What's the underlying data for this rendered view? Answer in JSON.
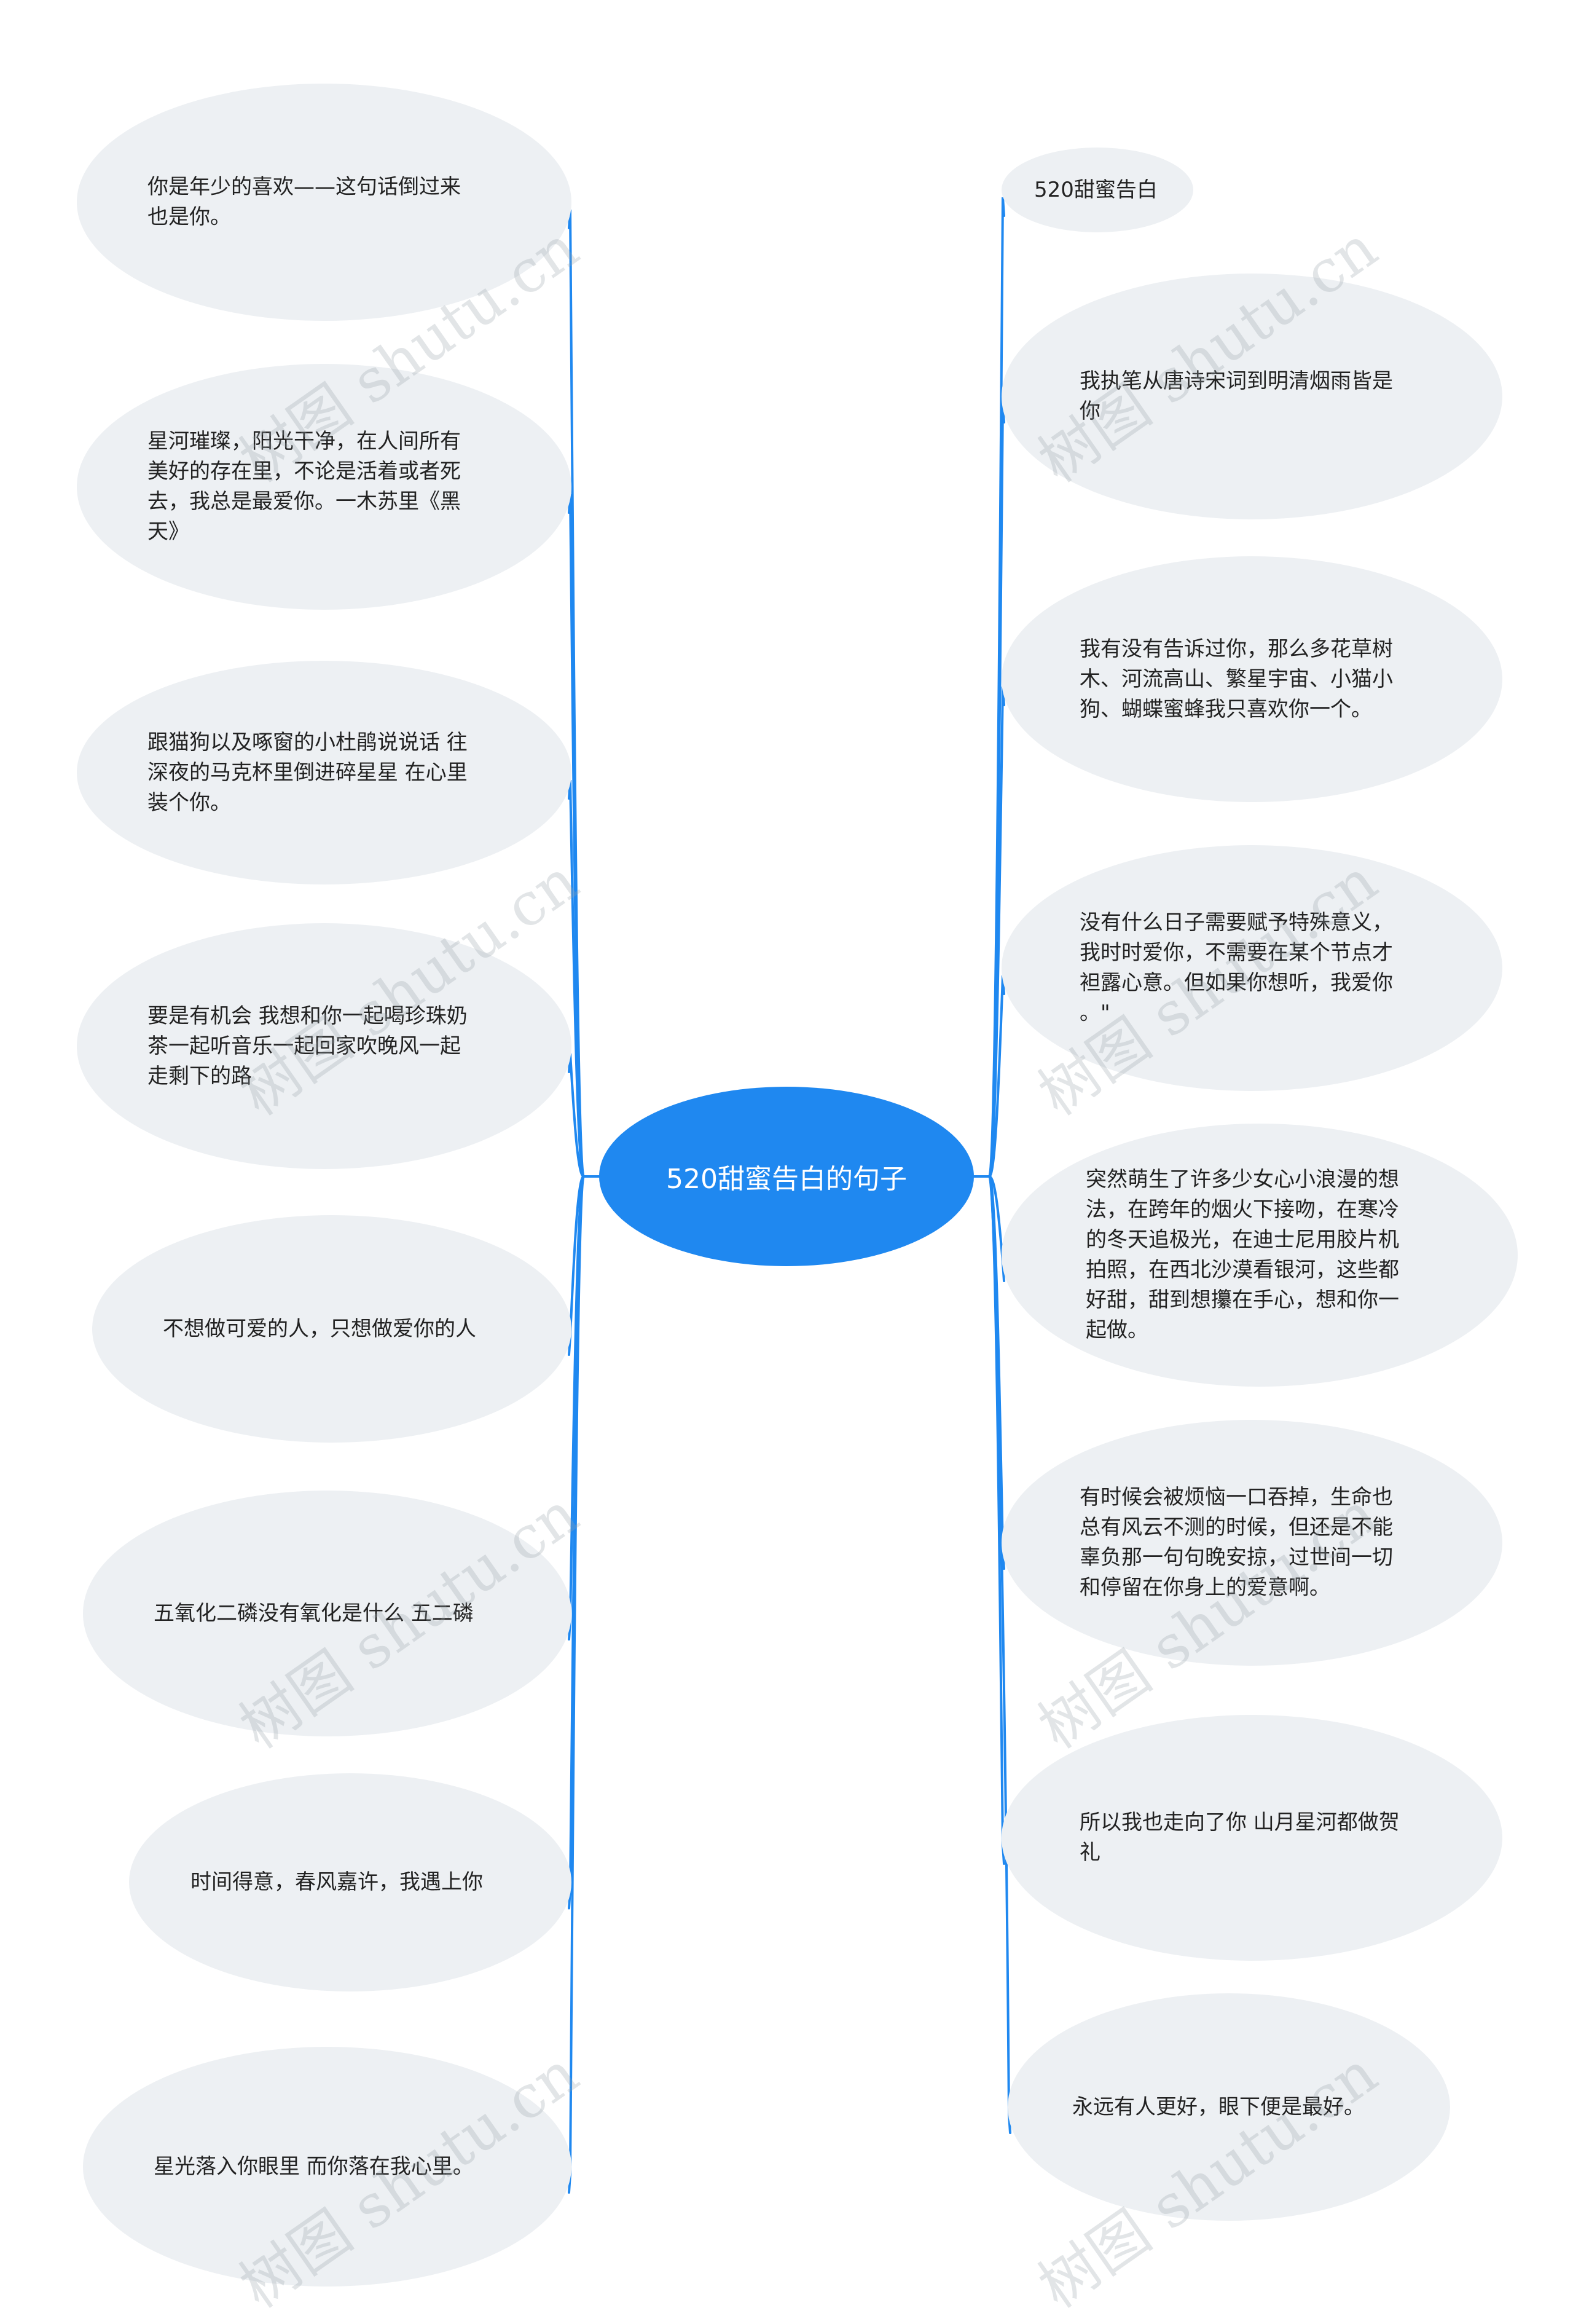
{
  "center": {
    "label": "520甜蜜告白的句子",
    "color": "#1f88f0"
  },
  "left_nodes": [
    {
      "text": "你是年少的喜欢——这句话倒过来\n也是你。"
    },
    {
      "text": "星河璀璨，阳光干净，在人间所有\n美好的存在里，不论是活着或者死\n去，我总是最爱你。一木苏里《黑\n天》"
    },
    {
      "text": "跟猫狗以及啄窗的小杜鹃说说话 往\n深夜的马克杯里倒进碎星星 在心里\n装个你。"
    },
    {
      "text": "要是有机会 我想和你一起喝珍珠奶\n茶一起听音乐一起回家吹晚风一起\n走剩下的路"
    },
    {
      "text": "不想做可爱的人，只想做爱你的人"
    },
    {
      "text": "五氧化二磷没有氧化是什么 五二磷"
    },
    {
      "text": "时间得意，春风嘉许，我遇上你"
    },
    {
      "text": "星光落入你眼里 而你落在我心里。"
    }
  ],
  "right_nodes": [
    {
      "text": "520甜蜜告白"
    },
    {
      "text": "我执笔从唐诗宋词到明清烟雨皆是\n你"
    },
    {
      "text": "我有没有告诉过你，那么多花草树\n木、河流高山、繁星宇宙、小猫小\n狗、蝴蝶蜜蜂我只喜欢你一个。"
    },
    {
      "text": "没有什么日子需要赋予特殊意义，\n我时时爱你，不需要在某个节点才\n袒露心意。但如果你想听，我爱你\n。\""
    },
    {
      "text": "突然萌生了许多少女心小浪漫的想\n法，在跨年的烟火下接吻，在寒冷\n的冬天追极光，在迪士尼用胶片机\n拍照，在西北沙漠看银河，这些都\n好甜，甜到想攥在手心，想和你一\n起做。"
    },
    {
      "text": "有时候会被烦恼一口吞掉，生命也\n总有风云不测的时候，但还是不能\n辜负那一句句晚安掠，过世间一切\n和停留在你身上的爱意啊。"
    },
    {
      "text": "所以我也走向了你 山月星河都做贺\n礼"
    },
    {
      "text": "永远有人更好，眼下便是最好。"
    }
  ],
  "watermark": {
    "text": "树图 shutu.cn"
  },
  "colors": {
    "line": "#1f88f0",
    "node_fill": "#edf0f3",
    "text": "#222222"
  }
}
